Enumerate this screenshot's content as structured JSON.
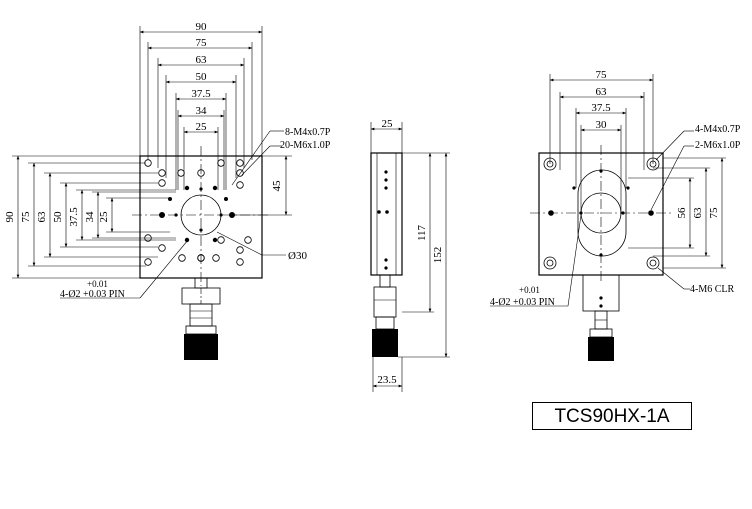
{
  "model": "TCS90HX-1A",
  "front_view": {
    "top_dims": [
      "90",
      "75",
      "63",
      "50",
      "37.5",
      "34",
      "25"
    ],
    "left_dims": [
      "90",
      "75",
      "63",
      "50",
      "37.5",
      "34",
      "25"
    ],
    "right_dim": "45",
    "callout_holes_1": "8-M4x0.7P",
    "callout_holes_2": "20-M6x1.0P",
    "callout_bore": "Ø30",
    "pin_tol": "+0.01",
    "pin_label": "4-Ø2 +0.03 PIN"
  },
  "side_view": {
    "top_dim": "25",
    "dim_117": "117",
    "dim_152": "152",
    "bottom_dim": "23.5"
  },
  "back_view": {
    "top_dims": [
      "75",
      "63",
      "37.5",
      "30"
    ],
    "right_dims": [
      "56",
      "63",
      "75"
    ],
    "callout_holes_1": "4-M4x0.7P",
    "callout_holes_2": "2-M6x1.0P",
    "callout_clr": "4-M6 CLR",
    "pin_tol": "+0.01",
    "pin_label": "4-Ø2 +0.03 PIN"
  }
}
